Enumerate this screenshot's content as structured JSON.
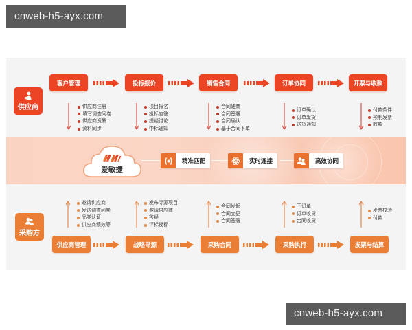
{
  "watermarks": {
    "top": "cnweb-h5-ayx.com",
    "bottom": "cnweb-h5-ayx.com"
  },
  "colors": {
    "supplier_red": "#eb4526",
    "buyer_orange": "#ea7e35",
    "panel_bg": "#f4f4f4",
    "band_peach": "#fbd3c2",
    "feature_icon_bg": "#e8712f"
  },
  "supplier": {
    "label": "供应商",
    "icon": "person-handshake-icon",
    "steps": [
      {
        "label": "客户管理",
        "items": [
          "供应商注册",
          "填写调查问卷",
          "供应商资质",
          "资料同步"
        ]
      },
      {
        "label": "投标报价",
        "items": [
          "项目报名",
          "投标应答",
          "提疑讨论",
          "中标通知"
        ]
      },
      {
        "label": "销售合同",
        "items": [
          "合同磋商",
          "合同签署",
          "合同确认",
          "基于合同下单"
        ]
      },
      {
        "label": "订单协同",
        "items": [
          "订单确认",
          "订单发货",
          "送货通知"
        ]
      },
      {
        "label": "开票与收款",
        "items": [
          "付款条件",
          "预制发票",
          "收款"
        ]
      }
    ]
  },
  "platform": {
    "name": "爱敏捷",
    "logo": "amj-logo-icon",
    "features": [
      {
        "label": "精准匹配",
        "icon": "target-bracket-icon"
      },
      {
        "label": "实时连接",
        "icon": "atom-connect-icon"
      },
      {
        "label": "高效协同",
        "icon": "users-collab-icon"
      }
    ]
  },
  "buyer": {
    "label": "采购方",
    "icon": "users-icon",
    "steps": [
      {
        "label": "供应商管理",
        "items": [
          "邀请供应商",
          "发送调查问卷",
          "品类认证",
          "供应商绩效等"
        ]
      },
      {
        "label": "战略寻源",
        "items": [
          "发布寻源项目",
          "邀请供应商",
          "答疑",
          "评标授标"
        ]
      },
      {
        "label": "采购合同",
        "items": [
          "合同发起",
          "合同变更",
          "合同签署"
        ]
      },
      {
        "label": "采购执行",
        "items": [
          "下订单",
          "订单收货",
          "合同收货"
        ]
      },
      {
        "label": "发票与结算",
        "items": [
          "发票校验",
          "付款"
        ]
      }
    ]
  }
}
